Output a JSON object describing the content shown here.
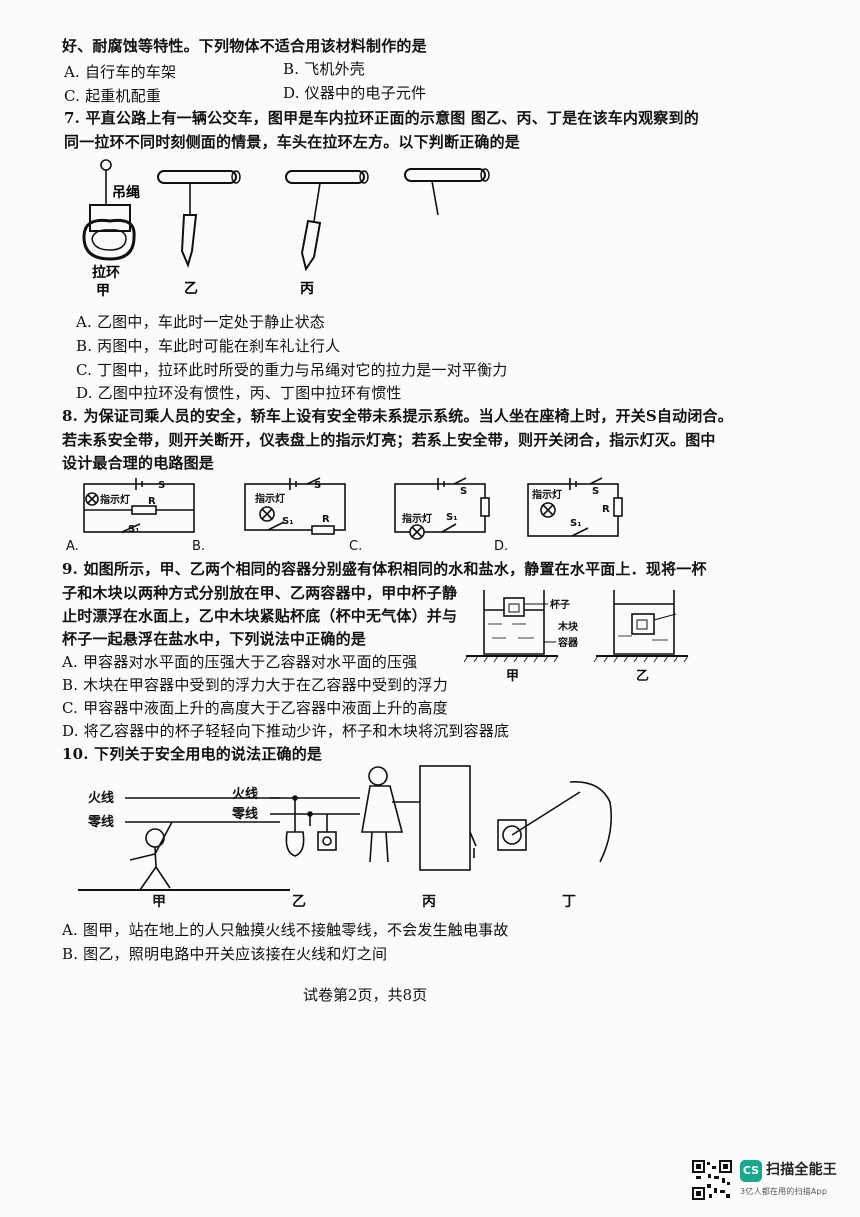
{
  "q6_tail": {
    "line": "好、耐腐蚀等特性。下列物体不适合用该材料制作的是",
    "optA": "A. 自行车的车架",
    "optB": "B. 飞机外壳",
    "optC": "C. 起重机配重",
    "optD": "D. 仪器中的电子元件"
  },
  "q7": {
    "line1": "7. 平直公路上有一辆公交车，图甲是车内拉环正面的示意图    图乙、丙、丁是在该车内观察到的",
    "line2": "同一拉环不同时刻侧面的情景，车头在拉环左方。以下判断正确的是",
    "fig_labels": {
      "rope": "吊绳",
      "ring": "拉环",
      "jia": "甲",
      "yi": "乙",
      "bing": "丙"
    },
    "optA": "A. 乙图中，车此时一定处于静止状态",
    "optB": "B. 丙图中，车此时可能在刹车礼让行人",
    "optC": "C. 丁图中，拉环此时所受的重力与吊绳对它的拉力是一对平衡力",
    "optD": "D. 乙图中拉环没有惯性，丙、丁图中拉环有惯性"
  },
  "q8": {
    "line1": "8. 为保证司乘人员的安全，轿车上设有安全带未系提示系统。当人坐在座椅上时，开关S自动闭合。",
    "line2": "若未系安全带，则开关断开，仪表盘上的指示灯亮；若系上安全带，则开关闭合，指示灯灭。图中",
    "line3": "设计最合理的电路图是",
    "circuit_labels": {
      "lamp": "指示灯",
      "s": "S",
      "s1": "S₁",
      "r": "R"
    },
    "opts": [
      "A.",
      "B.",
      "C.",
      "D."
    ]
  },
  "q9": {
    "line1": "9. 如图所示，甲、乙两个相同的容器分别盛有体积相同的水和盐水，静置在水平面上．现将一杯",
    "line2": "子和木块以两种方式分别放在甲、乙两容器中，甲中杯子静",
    "line3": "止时漂浮在水面上，乙中木块紧贴杯底（杯中无气体）并与",
    "line4": "杯子一起悬浮在盐水中，下列说法中正确的是",
    "fig_labels": {
      "cup": "杯子",
      "block": "木块",
      "container": "容器",
      "jia": "甲",
      "yi": "乙"
    },
    "optA": "A. 甲容器对水平面的压强大于乙容器对水平面的压强",
    "optB": "B. 木块在甲容器中受到的浮力大于在乙容器中受到的浮力",
    "optC": "C. 甲容器中液面上升的高度大于乙容器中液面上升的高度",
    "optD": "D. 将乙容器中的杯子轻轻向下推动少许，杯子和木块将沉到容器底"
  },
  "q10": {
    "line1": "10. 下列关于安全用电的说法正确的是",
    "fig_labels": {
      "live": "火线",
      "neutral": "零线",
      "jia": "甲",
      "yi": "乙",
      "bing": "丙",
      "ding": "丁"
    },
    "optA": "A. 图甲，站在地上的人只触摸火线不接触零线，不会发生触电事故",
    "optB": "B. 图乙，照明电路中开关应该接在火线和灯之间"
  },
  "footer": "试卷第2页，共8页",
  "watermark": {
    "logo": "CS",
    "brand": "扫描全能王",
    "tagline": "3亿人都在用的扫描App"
  }
}
